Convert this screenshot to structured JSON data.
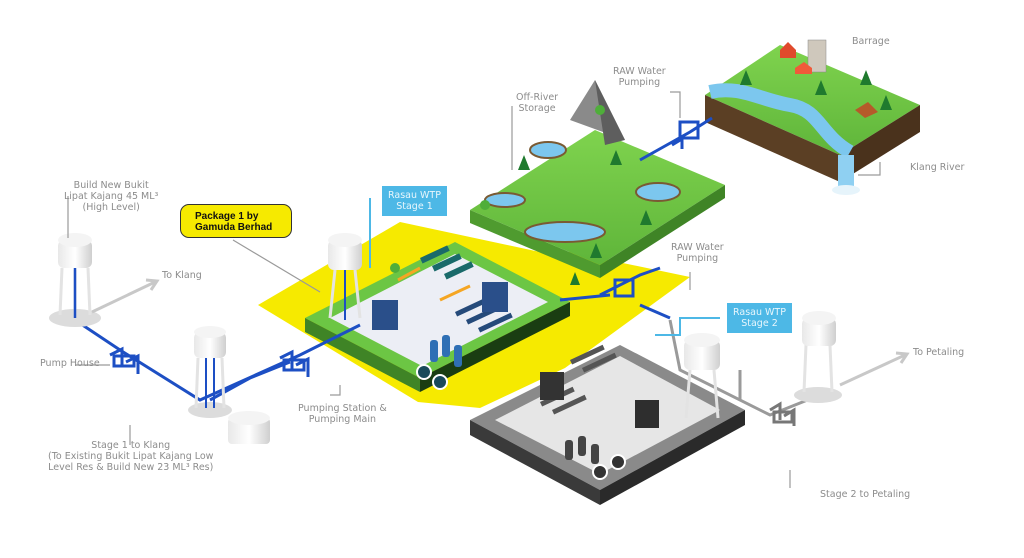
{
  "diagram": {
    "title": "Rasau Water Treatment Plant Scheme",
    "colors": {
      "package_highlight": "#f6ea00",
      "callout_blue": "#4db8e6",
      "pipe_blue": "#1d4fc4",
      "grass_green": "#6cc644",
      "soil_brown": "#5b3f24",
      "water_blue": "#7cc7ee",
      "label_gray": "#8c8c8c"
    },
    "labels": {
      "build_new_bukit": [
        "Build New Bukit",
        "Lipat Kajang 45 ML³",
        "(High Level)"
      ],
      "package_callout": [
        "Package 1 by",
        "Gamuda Berhad"
      ],
      "rasau_stage1": [
        "Rasau WTP",
        "Stage 1"
      ],
      "rasau_stage2": [
        "Rasau WTP",
        "Stage 2"
      ],
      "off_river_storage": [
        "Off-River",
        "Storage"
      ],
      "raw_water_pumping_top": [
        "RAW Water",
        "Pumping"
      ],
      "raw_water_pumping_mid": [
        "RAW Water",
        "Pumping"
      ],
      "barrage": "Barrage",
      "klang_river": "Klang River",
      "to_klang": "To Klang",
      "pump_house": "Pump House",
      "pumping_station": [
        "Pumping Station &",
        "Pumping Main"
      ],
      "stage1_to_klang": [
        "Stage 1 to Klang",
        "(To Existing Bukit Lipat Kajang Low",
        "Level Res & Build New 23 ML³  Res)"
      ],
      "to_petaling": "To Petaling",
      "stage2_to_petaling": "Stage 2  to Petaling"
    },
    "nodes": [
      {
        "id": "barrage",
        "icon": "river-landscape-icon"
      },
      {
        "id": "klang-river",
        "icon": "waterfall-icon"
      },
      {
        "id": "off-river-storage",
        "icon": "reservoir-hill-icon"
      },
      {
        "id": "raw-water-pumping-1",
        "icon": "pump-icon"
      },
      {
        "id": "raw-water-pumping-2",
        "icon": "pump-icon"
      },
      {
        "id": "rasau-wtp-stage1",
        "icon": "treatment-plant-icon"
      },
      {
        "id": "rasau-wtp-stage2",
        "icon": "treatment-plant-icon"
      },
      {
        "id": "water-tower-high-level",
        "icon": "water-tower-icon"
      },
      {
        "id": "water-tower-stage1",
        "icon": "water-tower-icon"
      },
      {
        "id": "water-tower-plant",
        "icon": "water-tower-icon"
      },
      {
        "id": "water-tower-stage2-a",
        "icon": "water-tower-icon"
      },
      {
        "id": "water-tower-stage2-b",
        "icon": "water-tower-icon"
      },
      {
        "id": "ground-reservoir",
        "icon": "storage-tank-icon"
      },
      {
        "id": "pump-house",
        "icon": "pump-icon"
      },
      {
        "id": "pumping-station",
        "icon": "pump-icon"
      },
      {
        "id": "stage2-pump",
        "icon": "pump-icon"
      }
    ]
  }
}
